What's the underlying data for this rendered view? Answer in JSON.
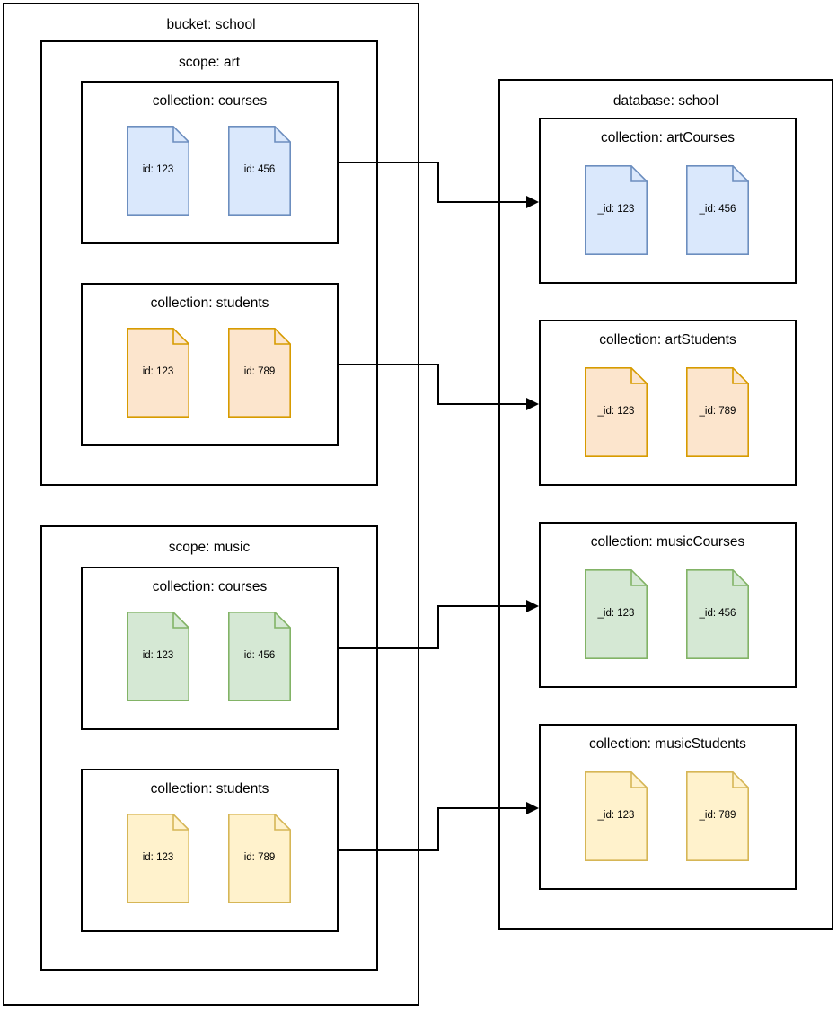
{
  "diagram": {
    "type": "mapping-diagram",
    "left": {
      "bucket": {
        "label": "bucket: school",
        "scopes": [
          {
            "label": "scope: art",
            "collections": [
              {
                "label": "collection: courses",
                "color_name": "blue",
                "fill": "#dae8fc",
                "stroke": "#6c8ebf",
                "documents": [
                  {
                    "label": "id: 123"
                  },
                  {
                    "label": "id: 456"
                  }
                ]
              },
              {
                "label": "collection: students",
                "color_name": "orange",
                "fill": "#fce5cd",
                "stroke": "#d79b00",
                "documents": [
                  {
                    "label": "id: 123"
                  },
                  {
                    "label": "id: 789"
                  }
                ]
              }
            ]
          },
          {
            "label": "scope: music",
            "collections": [
              {
                "label": "collection: courses",
                "color_name": "green",
                "fill": "#d5e8d4",
                "stroke": "#82b366",
                "documents": [
                  {
                    "label": "id: 123"
                  },
                  {
                    "label": "id: 456"
                  }
                ]
              },
              {
                "label": "collection: students",
                "color_name": "yellow",
                "fill": "#fff2cc",
                "stroke": "#d6b656",
                "documents": [
                  {
                    "label": "id: 123"
                  },
                  {
                    "label": "id: 789"
                  }
                ]
              }
            ]
          }
        ]
      }
    },
    "right": {
      "database": {
        "label": "database: school",
        "collections": [
          {
            "label": "collection: artCourses",
            "color_name": "blue",
            "fill": "#dae8fc",
            "stroke": "#6c8ebf",
            "documents": [
              {
                "label": "_id: 123"
              },
              {
                "label": "_id: 456"
              }
            ]
          },
          {
            "label": "collection: artStudents",
            "color_name": "orange",
            "fill": "#fce5cd",
            "stroke": "#d79b00",
            "documents": [
              {
                "label": "_id: 123"
              },
              {
                "label": "_id: 789"
              }
            ]
          },
          {
            "label": "collection: musicCourses",
            "color_name": "green",
            "fill": "#d5e8d4",
            "stroke": "#82b366",
            "documents": [
              {
                "label": "_id: 123"
              },
              {
                "label": "_id: 456"
              }
            ]
          },
          {
            "label": "collection: musicStudents",
            "color_name": "yellow",
            "fill": "#fff2cc",
            "stroke": "#d6b656",
            "documents": [
              {
                "label": "_id: 123"
              },
              {
                "label": "_id: 789"
              }
            ]
          }
        ]
      }
    },
    "connectors": [
      {
        "from": "art.courses",
        "to": "artCourses"
      },
      {
        "from": "art.students",
        "to": "artStudents"
      },
      {
        "from": "music.courses",
        "to": "musicCourses"
      },
      {
        "from": "music.students",
        "to": "musicStudents"
      }
    ],
    "colors": {
      "border": "#000000",
      "background": "#ffffff",
      "text": "#000000"
    }
  }
}
